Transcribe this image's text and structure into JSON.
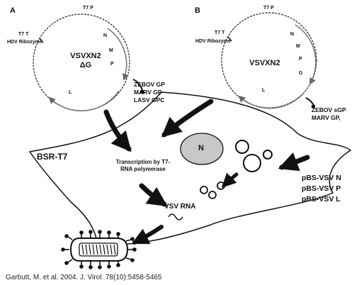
{
  "panels": {
    "a": "A",
    "b": "B"
  },
  "plasmid_a": {
    "name_line1": "VSVXN2",
    "name_line2": "ΔG",
    "t7_promoter": "T7 P",
    "t7_terminator": "T7 T",
    "hdv_ribozyme": "HDV Ribozyme",
    "genes": [
      "N",
      "M",
      "P",
      "L"
    ],
    "inserts": [
      "ZEBOV GP",
      "MARV GP",
      "LASV GPC"
    ]
  },
  "plasmid_b": {
    "name": "VSVXN2",
    "t7_promoter": "T7 P",
    "t7_terminator": "T7 T",
    "hdv_ribozyme": "HDV Ribozyme",
    "genes": [
      "N",
      "M",
      "P",
      "G",
      "L"
    ],
    "inserts": [
      "ZEBOV sGP",
      "MARV GP,"
    ]
  },
  "cell": {
    "name": "BSR-T7",
    "nucleus": "N",
    "transcription_line1": "Transcription by T7-",
    "transcription_line2": "RNA polymerase",
    "rna": "VSV RNA"
  },
  "helper_plasmids": [
    "pBS-VSV N",
    "pBS-VSV P",
    "pBS-VSV L"
  ],
  "citation": "Garbutt, M. et al. 2004. J. Virol. 78(10):5458-5465",
  "colors": {
    "ink": "#111111",
    "nucleus_fill": "#c8c8c8",
    "background": "#ffffff"
  }
}
